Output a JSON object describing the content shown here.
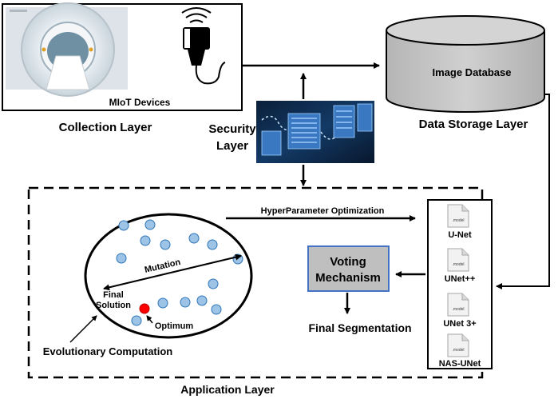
{
  "collection": {
    "devices_label": "MIoT Devices",
    "layer_label": "Collection Layer"
  },
  "security": {
    "line1": "Security",
    "line2": "Layer"
  },
  "storage": {
    "db_label": "Image Database",
    "layer_label": "Data Storage Layer"
  },
  "application": {
    "layer_label": "Application Layer",
    "hpo_label": "HyperParameter Optimization",
    "mutation_label": "Mutation",
    "final_solution_line1": "Final",
    "final_solution_line2": "Solution",
    "optimum_label": "Optimum",
    "evolutionary_label": "Evolutionary Computation",
    "voting_line1": "Voting",
    "voting_line2": "Mechanism",
    "final_segmentation_label": "Final Segmentation",
    "model_file_text": ".model",
    "models": [
      "U-Net",
      "UNet++",
      "UNet 3+",
      "NAS-UNet"
    ]
  },
  "colors": {
    "cylinder_fill": "#c9c9c9",
    "voting_fill": "#bfbfbf",
    "voting_border": "#4472c4",
    "particle_fill": "#9dc3e6",
    "particle_stroke": "#2e75b6",
    "optimum_fill": "#ff0000"
  }
}
